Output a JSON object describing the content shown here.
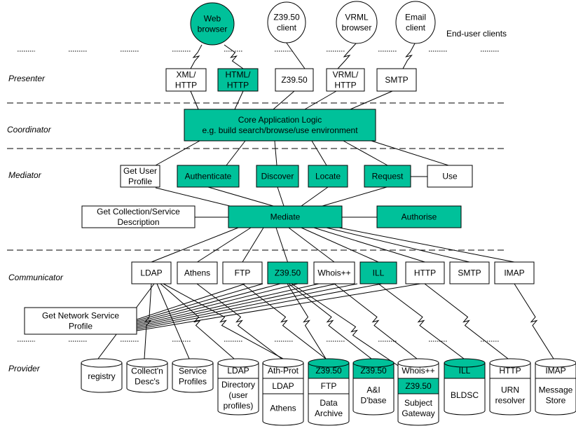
{
  "colors": {
    "highlight": "#00c19a",
    "plain": "#ffffff",
    "line": "#000000"
  },
  "layers": {
    "presenter": "Presenter",
    "coordinator": "Coordinator",
    "mediator": "Mediator",
    "communicator": "Communicator",
    "provider": "Provider"
  },
  "clients": {
    "caption": "End-user clients",
    "items": [
      {
        "id": "web",
        "lines": [
          "Web",
          "browser"
        ],
        "highlight": true
      },
      {
        "id": "z3950",
        "lines": [
          "Z39.50",
          "client"
        ],
        "highlight": false
      },
      {
        "id": "vrml",
        "lines": [
          "VRML",
          "browser"
        ],
        "highlight": false
      },
      {
        "id": "email",
        "lines": [
          "Email",
          "client"
        ],
        "highlight": false
      }
    ]
  },
  "presenter": {
    "items": [
      {
        "id": "xml",
        "lines": [
          "XML/",
          "HTTP"
        ],
        "highlight": false
      },
      {
        "id": "html",
        "lines": [
          "HTML/",
          "HTTP"
        ],
        "highlight": true
      },
      {
        "id": "z3950",
        "lines": [
          "Z39.50"
        ],
        "highlight": false
      },
      {
        "id": "vrml",
        "lines": [
          "VRML/",
          "HTTP"
        ],
        "highlight": false
      },
      {
        "id": "smtp",
        "lines": [
          "SMTP"
        ],
        "highlight": false
      }
    ]
  },
  "coordinator": {
    "lines": [
      "Core Application Logic",
      "e.g. build search/browse/use environment"
    ],
    "highlight": true
  },
  "mediator": {
    "get_user_profile": {
      "lines": [
        "Get User",
        "Profile"
      ],
      "highlight": false
    },
    "services": [
      {
        "id": "authenticate",
        "lines": [
          "Authenticate"
        ],
        "highlight": true
      },
      {
        "id": "discover",
        "lines": [
          "Discover"
        ],
        "highlight": true
      },
      {
        "id": "locate",
        "lines": [
          "Locate"
        ],
        "highlight": true
      },
      {
        "id": "request",
        "lines": [
          "Request"
        ],
        "highlight": true
      },
      {
        "id": "use",
        "lines": [
          "Use"
        ],
        "highlight": false
      }
    ],
    "get_collection": {
      "lines": [
        "Get Collection/Service",
        "Description"
      ],
      "highlight": false
    },
    "mediate": {
      "lines": [
        "Mediate"
      ],
      "highlight": true
    },
    "authorise": {
      "lines": [
        "Authorise"
      ],
      "highlight": true
    }
  },
  "communicator": {
    "items": [
      {
        "id": "ldap",
        "lines": [
          "LDAP"
        ],
        "highlight": false
      },
      {
        "id": "athens",
        "lines": [
          "Athens"
        ],
        "highlight": false
      },
      {
        "id": "ftp",
        "lines": [
          "FTP"
        ],
        "highlight": false
      },
      {
        "id": "z3950",
        "lines": [
          "Z39.50"
        ],
        "highlight": true
      },
      {
        "id": "whois",
        "lines": [
          "Whois++"
        ],
        "highlight": false
      },
      {
        "id": "ill",
        "lines": [
          "ILL"
        ],
        "highlight": true
      },
      {
        "id": "http",
        "lines": [
          "HTTP"
        ],
        "highlight": false
      },
      {
        "id": "smtp",
        "lines": [
          "SMTP"
        ],
        "highlight": false
      },
      {
        "id": "imap",
        "lines": [
          "IMAP"
        ],
        "highlight": false
      }
    ],
    "get_network_service_profile": {
      "lines": [
        "Get Network Service",
        "Profile"
      ],
      "highlight": false
    }
  },
  "providers": [
    {
      "id": "registry",
      "bands": [],
      "body": [
        "registry"
      ]
    },
    {
      "id": "collectn",
      "bands": [],
      "body": [
        "Collect'n",
        "Desc's"
      ]
    },
    {
      "id": "service-profiles",
      "bands": [],
      "body": [
        "Service",
        "Profiles"
      ]
    },
    {
      "id": "directory",
      "bands": [
        {
          "text": "LDAP",
          "highlight": false
        }
      ],
      "body": [
        "Directory",
        "(user",
        "profiles)"
      ]
    },
    {
      "id": "athens",
      "bands": [
        {
          "text": "Ath-Prot",
          "highlight": false
        },
        {
          "text": "LDAP",
          "highlight": false
        }
      ],
      "body": [
        "Athens"
      ]
    },
    {
      "id": "data-archive",
      "bands": [
        {
          "text": "Z39.50",
          "highlight": true
        },
        {
          "text": "FTP",
          "highlight": false
        }
      ],
      "body": [
        "Data",
        "Archive"
      ]
    },
    {
      "id": "ai-dbase",
      "bands": [
        {
          "text": "Z39.50",
          "highlight": true
        }
      ],
      "body": [
        "A&I",
        "D'base"
      ]
    },
    {
      "id": "subject-gateway",
      "bands": [
        {
          "text": "Whois++",
          "highlight": false
        },
        {
          "text": "Z39.50",
          "highlight": true
        }
      ],
      "body": [
        "Subject",
        "Gateway"
      ]
    },
    {
      "id": "bldsc",
      "bands": [
        {
          "text": "ILL",
          "highlight": true
        }
      ],
      "body": [
        "BLDSC"
      ]
    },
    {
      "id": "urn-resolver",
      "bands": [
        {
          "text": "HTTP",
          "highlight": false
        }
      ],
      "body": [
        "URN",
        "resolver"
      ]
    },
    {
      "id": "message-store",
      "bands": [
        {
          "text": "IMAP",
          "highlight": false
        }
      ],
      "body": [
        "Message",
        "Store"
      ]
    }
  ]
}
